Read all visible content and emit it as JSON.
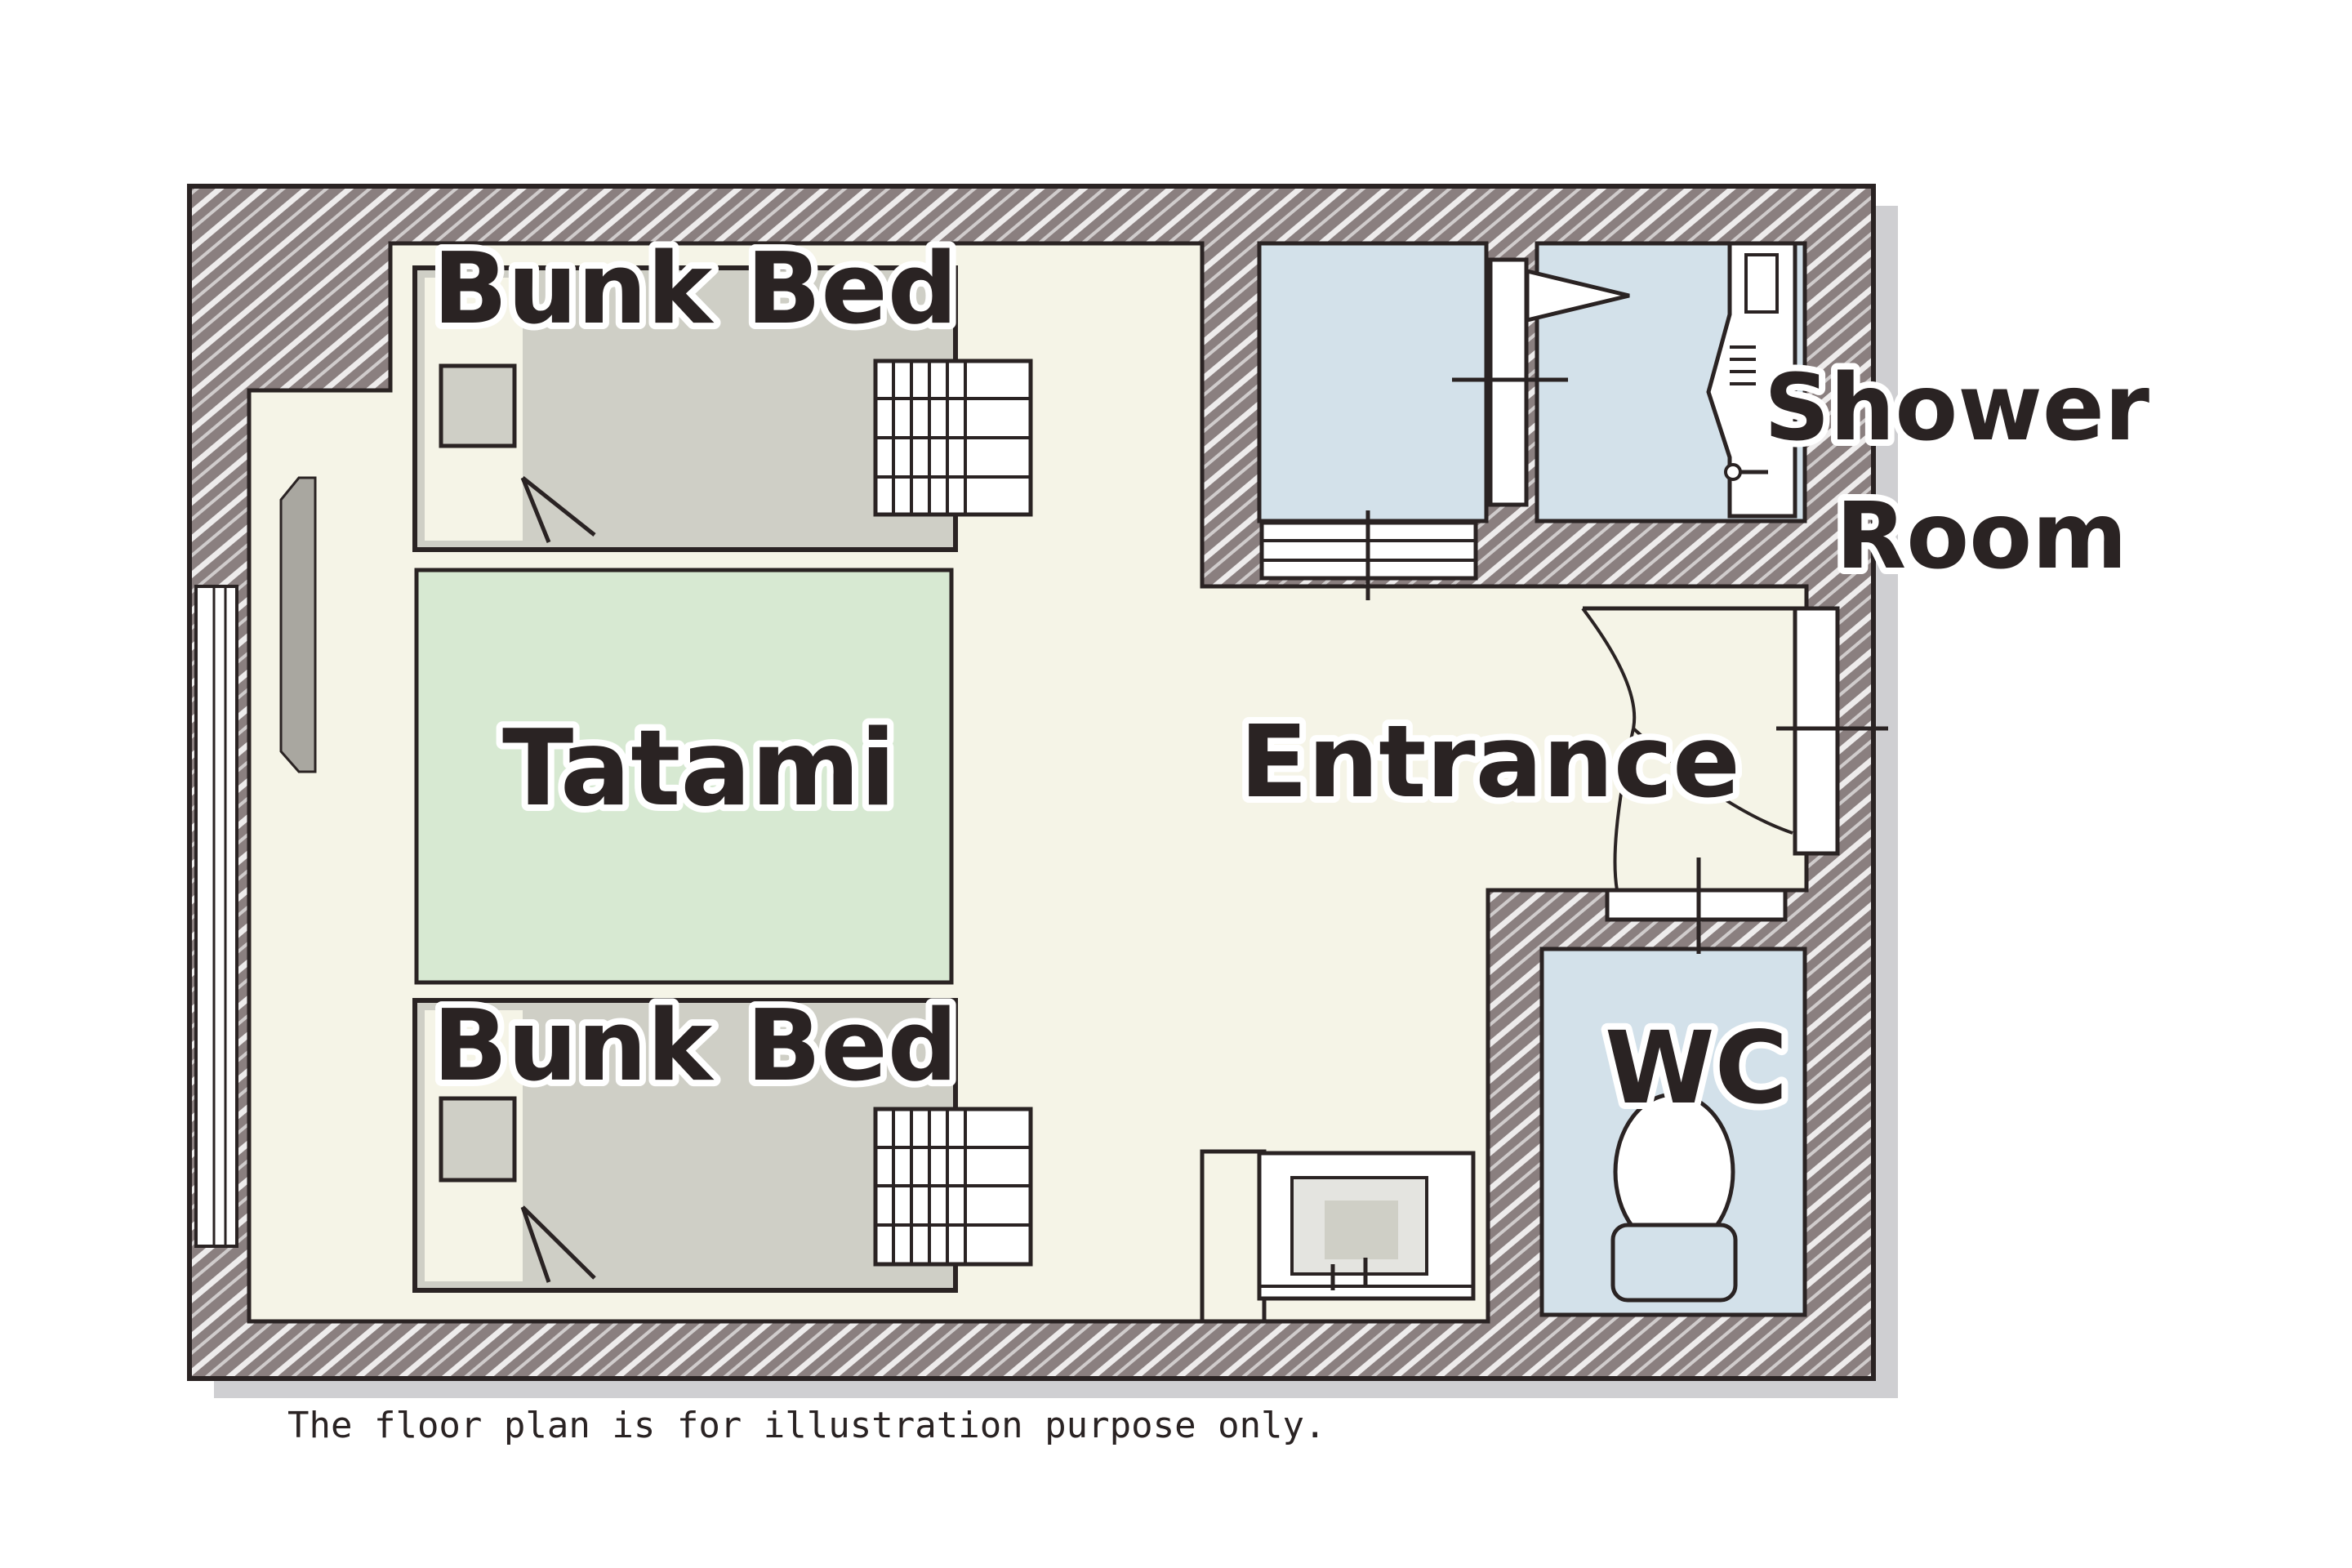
{
  "labels": {
    "bunk_bed_top": "Bunk Bed",
    "bunk_bed_bottom": "Bunk Bed",
    "tatami": "Tatami",
    "shower_room_line1": "Shower",
    "shower_room_line2": "Room",
    "entrance": "Entrance",
    "wc": "WC"
  },
  "footnote": "The floor plan is for illustration purpose only.",
  "colors": {
    "wall": "#8a7f7f",
    "wall_hatch": "#ffffff",
    "wall_shadow": "#cfcfd2",
    "floor": "#f5f4e7",
    "tatami": "#d7e9d2",
    "bed": "#cfcfc6",
    "wet_room": "#d3e1ea",
    "outline": "#2a2323"
  }
}
